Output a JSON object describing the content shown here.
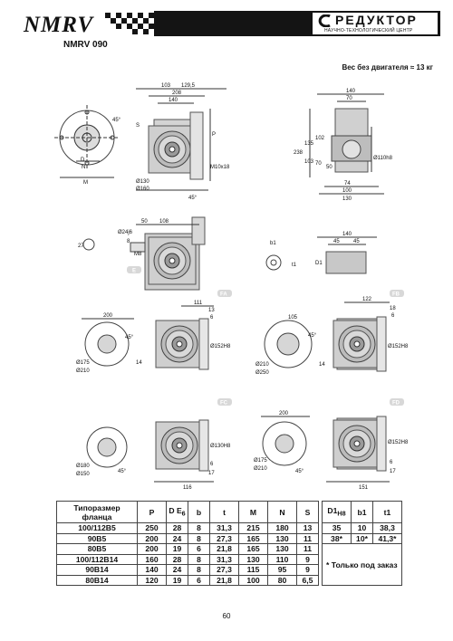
{
  "header": {
    "model": "NMRV",
    "model_size": "NMRV 090",
    "brand_name": "РЕДУКТОР",
    "brand_tagline": "НАУЧНО-ТЕХНОЛОГИЧЕСКИЙ ЦЕНТР",
    "weight_note": "Вес без двигателя ≈ 13 кг"
  },
  "drawings": {
    "main_front": {
      "d103": "103",
      "d129_5": "129,5",
      "d208": "208",
      "d140": "140",
      "p": "P",
      "m10": "M10x18",
      "d130": "Ø130",
      "d160": "Ø160",
      "a45": "45°",
      "m": "M",
      "n": "N",
      "s": "S",
      "e6": "E6"
    },
    "main_side": {
      "d140": "140",
      "d70": "70",
      "d238": "238",
      "d135": "135",
      "d102": "102",
      "d103": "103",
      "d70b": "70",
      "d50": "50",
      "d110": "Ø110h8",
      "d74": "74",
      "d100": "100",
      "d130": "130"
    },
    "shaft_mid": {
      "d50": "50",
      "d108": "108",
      "d27": "27",
      "d24": "Ø24j6",
      "d8": "8",
      "m8": "M8"
    },
    "shaft_right": {
      "b1": "b1",
      "t1": "t1",
      "d140": "140",
      "d45": "45",
      "d45b": "45",
      "d1": "D1"
    },
    "badges": {
      "e": "E",
      "fa": "FA",
      "fb": "FB",
      "fc": "FC",
      "fd": "FD"
    },
    "fa": {
      "d200": "200",
      "d111": "111",
      "d13": "13",
      "d6": "6",
      "a45": "45°",
      "d175": "Ø175",
      "d210": "Ø210",
      "d14": "14",
      "d152": "Ø152H8"
    },
    "fb": {
      "d122": "122",
      "d105": "105",
      "d18": "18",
      "d6": "6",
      "a45": "45°",
      "d210": "Ø210",
      "d250": "Ø250",
      "d14": "14",
      "d152": "Ø152H8"
    },
    "fc": {
      "d180": "Ø180",
      "d150": "Ø150",
      "a45": "45°",
      "d130": "Ø130H8",
      "d6": "6",
      "d17": "17",
      "d116": "116"
    },
    "fd": {
      "d200": "200",
      "d175": "Ø175",
      "d210": "Ø210",
      "a45": "45°",
      "d152": "Ø152H8",
      "d6": "6",
      "d17": "17",
      "d151": "151"
    }
  },
  "table": {
    "headers": {
      "size": "Типоразмер фланца",
      "p": "P",
      "d": "D",
      "e6": "E",
      "e6_sub": "6",
      "b": "b",
      "t": "t",
      "m": "M",
      "n": "N",
      "s": "S",
      "d1": "D1",
      "d1_sub": "H8",
      "b1": "b1",
      "t1": "t1"
    },
    "rows": [
      {
        "size": "100/112B5",
        "p": "250",
        "d": "28",
        "b": "8",
        "t": "31,3",
        "m": "215",
        "n": "180",
        "s": "13"
      },
      {
        "size": "90B5",
        "p": "200",
        "d": "24",
        "b": "8",
        "t": "27,3",
        "m": "165",
        "n": "130",
        "s": "11"
      },
      {
        "size": "80B5",
        "p": "200",
        "d": "19",
        "b": "6",
        "t": "21,8",
        "m": "165",
        "n": "130",
        "s": "11"
      },
      {
        "size": "100/112B14",
        "p": "160",
        "d": "28",
        "b": "8",
        "t": "31,3",
        "m": "130",
        "n": "110",
        "s": "9"
      },
      {
        "size": "90B14",
        "p": "140",
        "d": "24",
        "b": "8",
        "t": "27,3",
        "m": "115",
        "n": "95",
        "s": "9"
      },
      {
        "size": "80B14",
        "p": "120",
        "d": "19",
        "b": "6",
        "t": "21,8",
        "m": "100",
        "n": "80",
        "s": "6,5"
      }
    ],
    "shaft_rows": [
      {
        "d1": "35",
        "b1": "10",
        "t1": "38,3"
      },
      {
        "d1": "38*",
        "b1": "10*",
        "t1": "41,3*"
      }
    ],
    "note": "* Только под заказ"
  },
  "page_number": "60"
}
